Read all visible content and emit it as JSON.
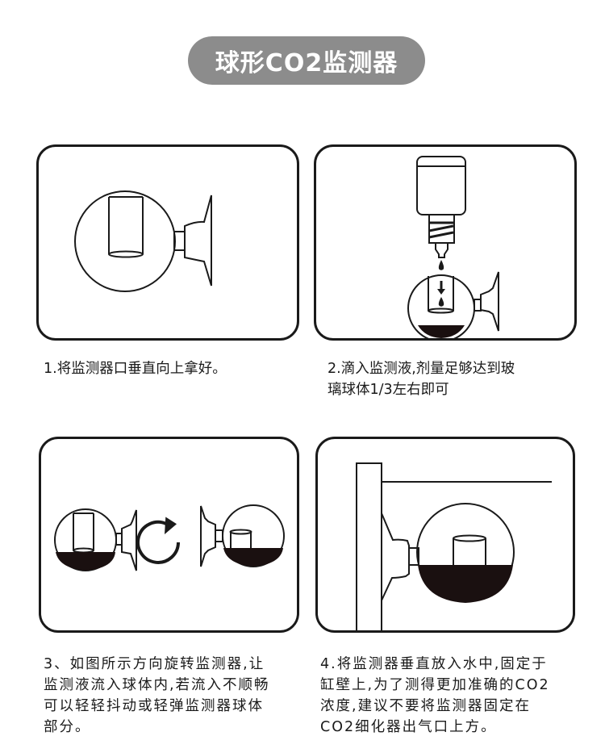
{
  "title": "球形CO2监测器",
  "colors": {
    "title_bg": "#8c8c8c",
    "title_text": "#ffffff",
    "line": "#1a1a1a",
    "liquid": "#1a1010"
  },
  "steps": [
    {
      "number": "1",
      "illustration": "co2-monitor-held-upright",
      "caption": "1.将监测器口垂直向上拿好。"
    },
    {
      "number": "2",
      "illustration": "dropper-bottle-dripping-into-monitor",
      "caption": "2.滴入监测液,剂量足够达到玻\n璃球体1/3左右即可"
    },
    {
      "number": "3",
      "illustration": "rotate-monitor-clockwise",
      "caption": "3、如图所示方向旋转监测器,让\n监测液流入球体内,若流入不顺畅\n可以轻轻抖动或轻弹监测器球体\n部分。"
    },
    {
      "number": "4",
      "illustration": "monitor-mounted-on-tank-wall",
      "caption": "4.将监测器垂直放入水中,固定于\n缸壁上,为了测得更加准确的CO2\n浓度,建议不要将监测器固定在\nCO2细化器出气口上方。"
    }
  ]
}
